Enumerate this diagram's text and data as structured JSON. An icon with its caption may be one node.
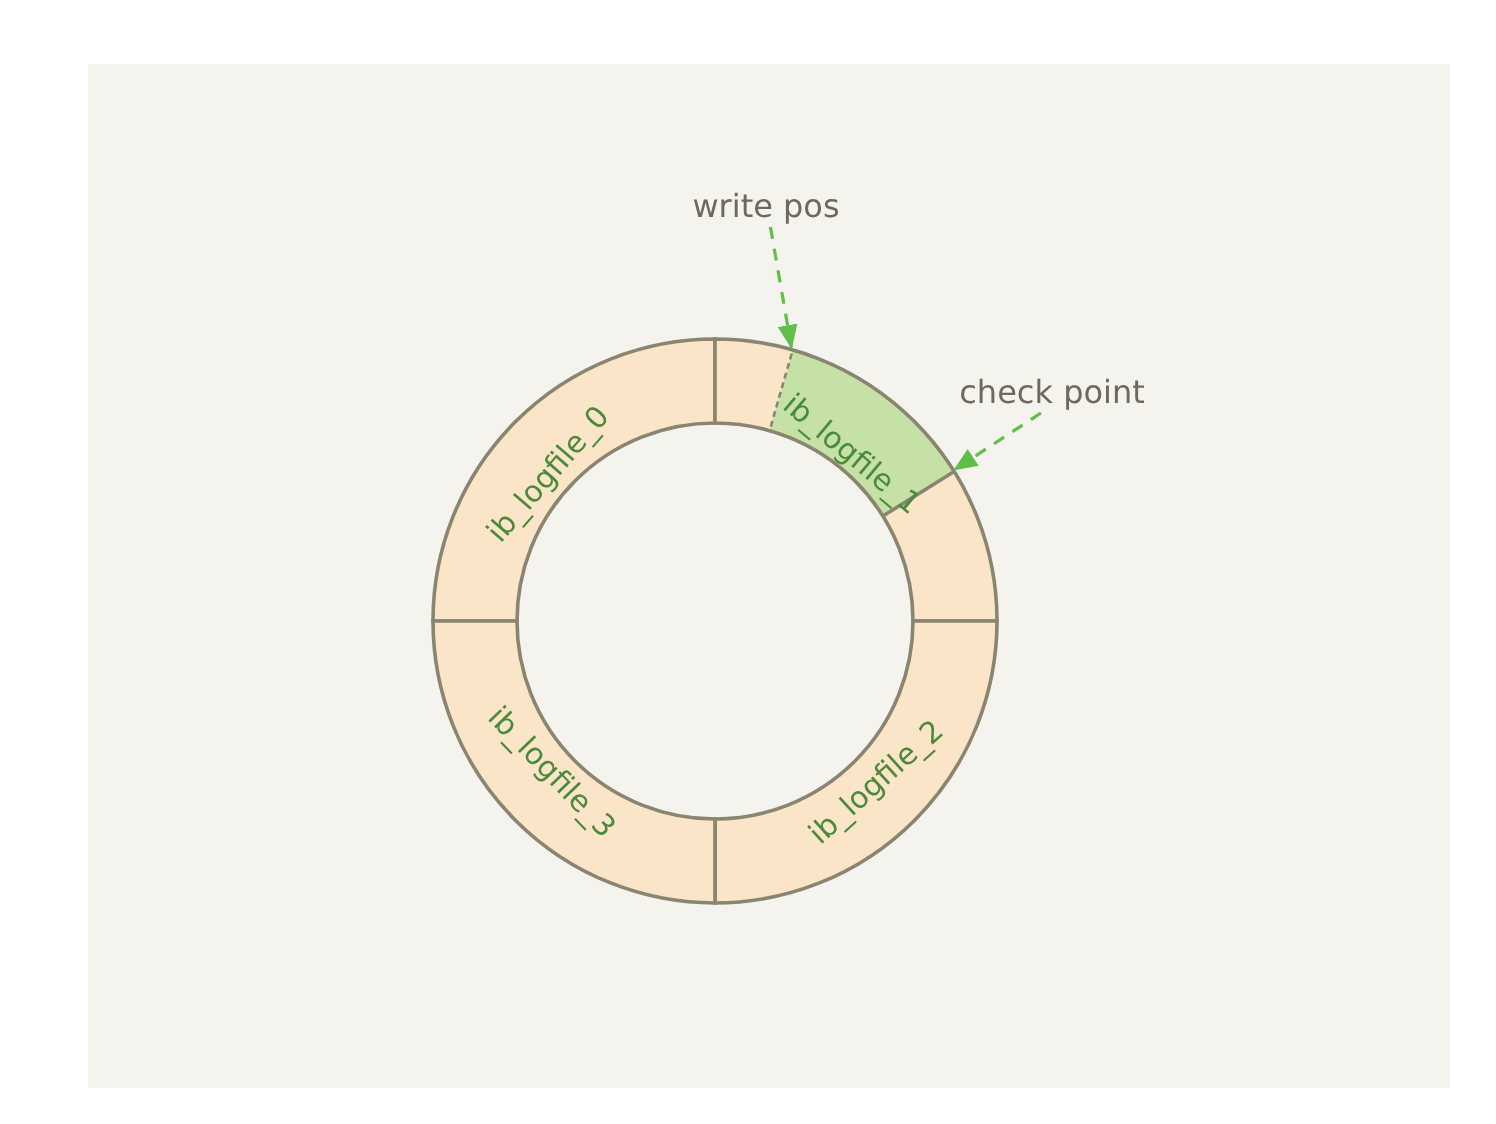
{
  "diagram": {
    "nodes": [
      {
        "text": [
          "write pos"
        ]
      },
      {
        "text": [
          "check point"
        ]
      },
      {
        "text": [
          "ib_logfile_0"
        ]
      },
      {
        "text": [
          "ib_logfile_1"
        ]
      },
      {
        "text": [
          "ib_logfile_2"
        ]
      },
      {
        "text": [
          "ib_logfile_3"
        ]
      }
    ],
    "edges": [
      {
        "from": 0,
        "to": 3,
        "arrow": "to",
        "style": "dashed"
      },
      {
        "from": 1,
        "to": 3,
        "arrow": "to",
        "style": "dashed"
      }
    ]
  }
}
